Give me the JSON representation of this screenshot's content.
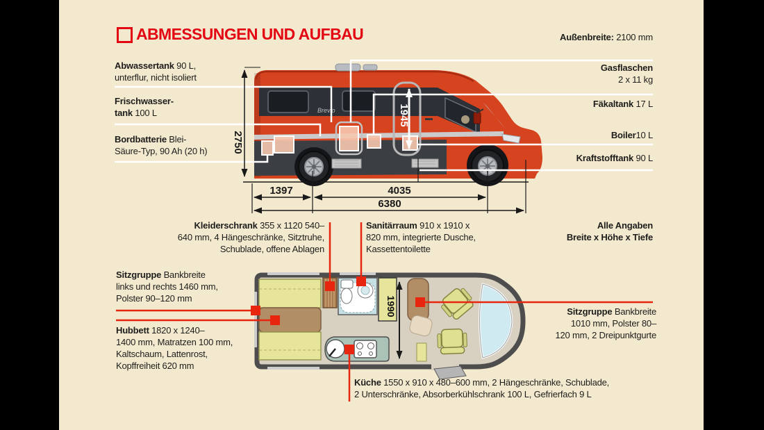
{
  "title": {
    "section_label": "ABMESSUNGEN UND AUFBAU"
  },
  "colors": {
    "background": "#f3e9cf",
    "title_red": "#e30613",
    "marker_red": "#e8250e",
    "van_red": "#d6431f",
    "highlight_salmon": "#f7c8b0"
  },
  "side_view": {
    "outer_width": {
      "bold": "Außenbreite:",
      "rest": " 2100 mm"
    },
    "waste_tank": {
      "l1b": "Abwassertank",
      "l1r": " 90 L,",
      "l2": "unterflur, nicht isoliert"
    },
    "fresh_tank": {
      "l1b": "Frischwasser-",
      "l2b": "tank",
      "l2r": " 100 L"
    },
    "battery": {
      "l1b": "Bordbatterie",
      "l1r": " Blei-",
      "l2": "Säure-Typ, 90 Ah (20 h)"
    },
    "gas_bottles": {
      "l1": "Gasflaschen",
      "l2": "2 x 11 kg"
    },
    "toilet_tank": {
      "b": "Fäkaltank",
      "r": " 17 L"
    },
    "boiler": {
      "b": "Boiler",
      "r": "10 L"
    },
    "fuel_tank": {
      "b": "Kraftstofftank",
      "r": " 90 L"
    },
    "brand_badge": "Brevio",
    "dimensions": {
      "overall_height_mm": "2750",
      "door_height_mm": "1945",
      "rear_overhang_mm": "1397",
      "wheelbase_mm": "4035",
      "overall_length_mm": "6380"
    }
  },
  "floor_plan": {
    "wardrobe": {
      "l1b": "Kleiderschrank",
      "l1r": " 355 x 1120 540–",
      "l2": "640 mm, 4 Hängeschränke, Sitztruhe,",
      "l3": "Schublade, offene Ablagen"
    },
    "bathroom": {
      "l1b": "Sanitärraum",
      "l1r": " 910 x 1910 x",
      "l2": "820 mm, integrierte Dusche,",
      "l3": "Kassettentoilette"
    },
    "note": {
      "l1": "Alle Angaben",
      "l2": "Breite x Höhe x Tiefe"
    },
    "seating_left": {
      "l1b": "Sitzgruppe",
      "l1r": " Bankbreite",
      "l2": "links und rechts 1460 mm,",
      "l3": "Polster 90–120 mm"
    },
    "lift_bed": {
      "l1b": "Hubbett",
      "l1r": " 1820 x 1240–",
      "l2": "1400 mm, Matratzen 100 mm,",
      "l3": "Kaltschaum, Lattenrost,",
      "l4": "Kopffreiheit 620 mm"
    },
    "seating_right": {
      "l1b": "Sitzgruppe",
      "l1r": " Bankbreite",
      "l2": "1010 mm, Polster 80–",
      "l3": "120 mm, 2 Dreipunktgurte"
    },
    "kitchen": {
      "l1b": "Küche",
      "l1r": " 1550 x 910 x 480–600 mm, 2 Hängeschränke, Schublade,",
      "l2": "2 Unterschränke, Absorberkühlschrank 100 L, Gefrierfach 9 L"
    },
    "dimensions": {
      "interior_width_mm": "1990"
    }
  }
}
